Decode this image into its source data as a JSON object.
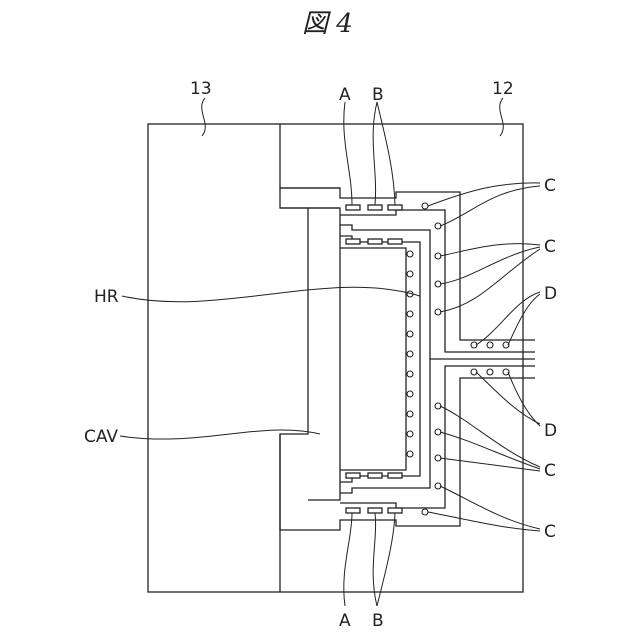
{
  "figure": {
    "title": "図 4",
    "labels": {
      "mold_13": "13",
      "mold_12": "12",
      "a_top": "A",
      "b_top": "B",
      "a_bottom": "A",
      "b_bottom": "B",
      "hr": "HR",
      "cav": "CAV",
      "c1": "C",
      "c2": "C",
      "d1": "D",
      "d2": "D",
      "c3": "C",
      "c4": "C"
    }
  }
}
